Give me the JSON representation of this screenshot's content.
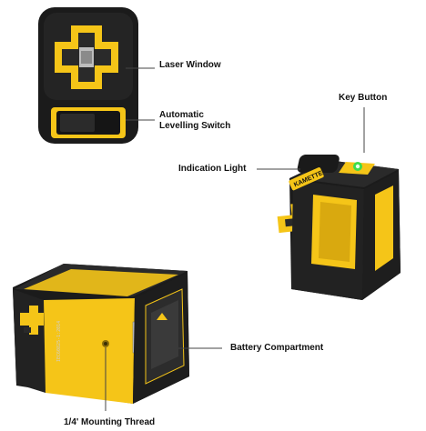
{
  "labels": {
    "laser_window": "Laser Window",
    "auto_switch": "Automatic\nLevelling Switch",
    "key_button": "Key Button",
    "indication_light": "Indication Light",
    "battery": "Battery Compartment",
    "mounting": "1/4' Mounting Thread"
  },
  "device": {
    "brand": "KAMETTE",
    "model": "IEC60825-1:2014"
  },
  "colors": {
    "body": "#1b1b1b",
    "accent": "#f5c518",
    "indicator": "#3ddc4a",
    "background": "#ffffff"
  }
}
